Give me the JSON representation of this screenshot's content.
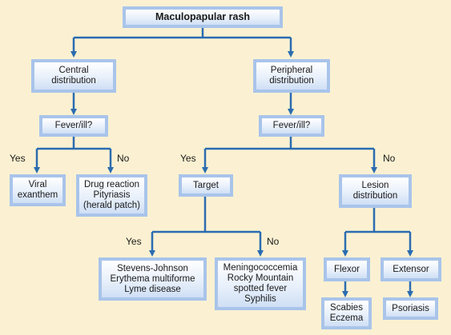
{
  "diagram": {
    "colors": {
      "background": "#fbf1d2",
      "connector": "#2b6cb0",
      "box_border": "#a9c4ea",
      "box_fill_top": "#ffffff",
      "box_fill_bottom": "#cfdff5"
    },
    "nodes": {
      "root": "Maculopapular rash",
      "central": [
        "Central",
        "distribution"
      ],
      "peripheral": [
        "Peripheral",
        "distribution"
      ],
      "fever_left": "Fever/ill?",
      "fever_right": "Fever/ill?",
      "viral": [
        "Viral",
        "exanthem"
      ],
      "drug": [
        "Drug reaction",
        "Pityriasis",
        "(herald patch)"
      ],
      "target": "Target",
      "lesion": [
        "Lesion",
        "distribution"
      ],
      "stevens": [
        "Stevens-Johnson",
        "Erythema multiforme",
        "Lyme disease"
      ],
      "mening": [
        "Meningococcemia",
        "Rocky Mountain",
        "spotted fever",
        "Syphilis"
      ],
      "flexor": "Flexor",
      "extensor": "Extensor",
      "scabies": [
        "Scabies",
        "Eczema"
      ],
      "psoriasis": "Psoriasis"
    },
    "edge_labels": {
      "left_yes": "Yes",
      "left_no": "No",
      "right_yes": "Yes",
      "right_no": "No",
      "target_yes": "Yes",
      "target_no": "No"
    }
  }
}
